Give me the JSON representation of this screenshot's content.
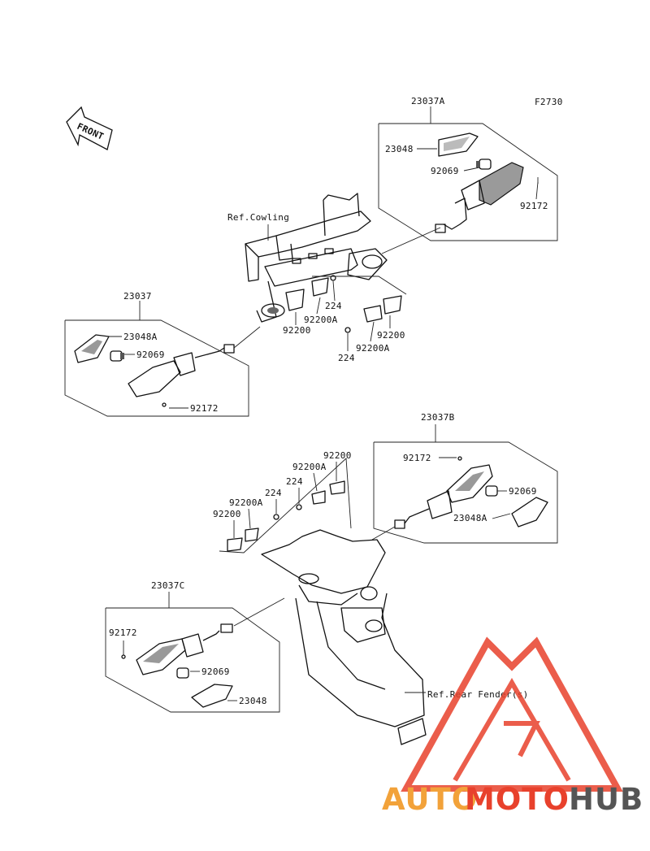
{
  "figure_code": "F2730",
  "front_label": "FRONT",
  "ref_cowling": "Ref.Cowling",
  "ref_rear_fender": "Ref.Rear Fender(s)",
  "groups": {
    "a": {
      "assembly": "23037A",
      "lens": "23048",
      "bulb": "92069",
      "screw": "92172"
    },
    "front_left": {
      "assembly": "23037",
      "lens": "23048A",
      "bulb": "92069",
      "screw": "92172"
    },
    "b": {
      "assembly": "23037B",
      "screw": "92172",
      "bulb": "92069",
      "lens": "23048A"
    },
    "c": {
      "assembly": "23037C",
      "screw": "92172",
      "bulb": "92069",
      "lens": "23048"
    }
  },
  "front_mount": {
    "left_clip": "92200",
    "left_washer": "92200A",
    "left_nut": "224",
    "right_clip": "92200",
    "right_washer": "92200A",
    "right_nut": "224"
  },
  "rear_mount": {
    "left_clip": "92200",
    "left_washer": "92200A",
    "left_nut": "224",
    "right_nut": "224",
    "right_washer": "92200A",
    "right_clip": "92200"
  },
  "watermark": {
    "part1": "AUTO",
    "part2": "MOTO",
    "part3": "HUB",
    "color_primary": "#e8412c",
    "color_secondary": "#f2a23a",
    "color_dark": "#555555"
  }
}
